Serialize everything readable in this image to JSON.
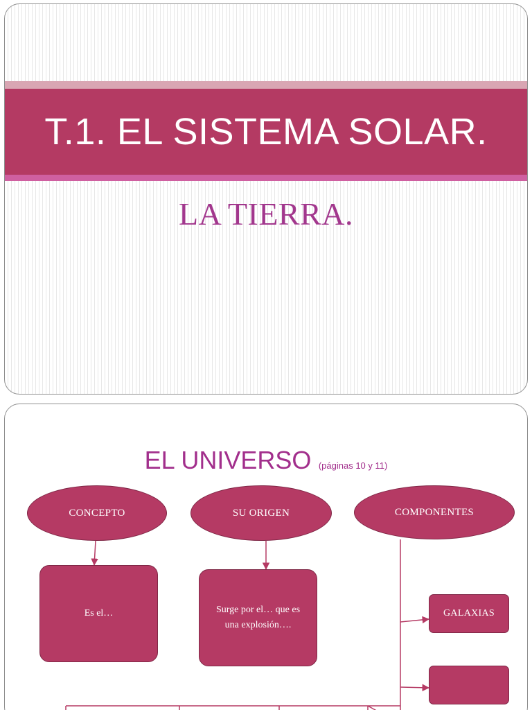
{
  "slide1": {
    "title": "T.1. EL SISTEMA SOLAR.",
    "subtitle": "LA TIERRA."
  },
  "slide2": {
    "heading": "EL UNIVERSO",
    "heading_note": "(páginas 10 y 11)",
    "nodes": {
      "concepto": "CONCEPTO",
      "su_origen": "SU ORIGEN",
      "componentes": "COMPONENTES",
      "concepto_box": "Es el…",
      "origen_box": "Surge por el… que es una explosión….",
      "galaxias": "GALAXIAS",
      "empty_box": ""
    }
  },
  "colors": {
    "title_band": "#b43a63",
    "band_light": "#d9a6b3",
    "band_pink": "#cf5fa0",
    "subtitle": "#a2378d",
    "node_fill": "#b53a64",
    "connector": "#b53a64"
  }
}
